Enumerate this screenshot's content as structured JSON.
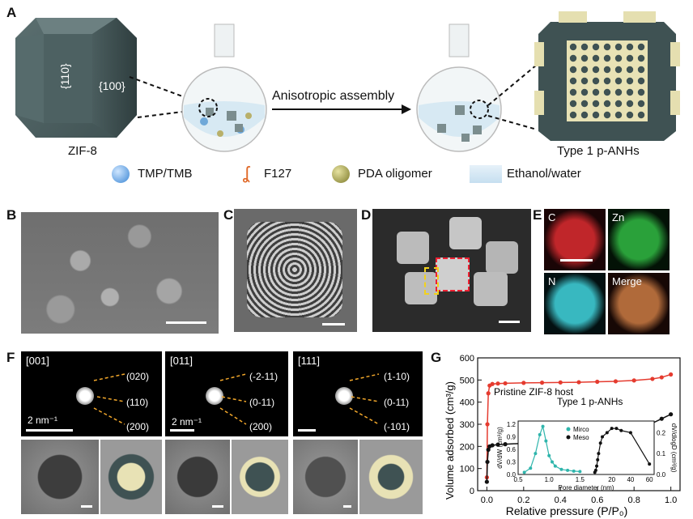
{
  "panels": {
    "a": "A",
    "b": "B",
    "c": "C",
    "d": "D",
    "e": "E",
    "f": "F",
    "g": "G"
  },
  "panel_a": {
    "facet_110": "{110}",
    "facet_100": "{100}",
    "zif8_label": "ZIF-8",
    "arrow_label": "Anisotropic assembly",
    "product_label": "Type 1 p-ANHs",
    "legend": [
      "TMP/TMB",
      "F127",
      "PDA oligomer",
      "Ethanol/water"
    ]
  },
  "panel_e": {
    "maps": [
      {
        "label": "C",
        "color": "#c0262a"
      },
      {
        "label": "Zn",
        "color": "#2aa13a"
      },
      {
        "label": "N",
        "color": "#38b8c0"
      },
      {
        "label": "Merge",
        "color": "#a05a3a"
      }
    ]
  },
  "panel_f": {
    "patterns": [
      {
        "zone": "[001]",
        "spots": [
          "(020)",
          "(110)",
          "(200)"
        ],
        "scale": "2 nm⁻¹"
      },
      {
        "zone": "[011]",
        "spots": [
          "(-2-11)",
          "(0-11)",
          "(200)"
        ],
        "scale": "2 nm⁻¹"
      },
      {
        "zone": "[111]",
        "spots": [
          "(1-10)",
          "(0-11)",
          "(-101)"
        ],
        "scale": ""
      }
    ]
  },
  "chart_data": {
    "type": "line",
    "xlabel": "Relative pressure (P/P₀)",
    "ylabel": "Volume adsorbed (cm³/g)",
    "xlim": [
      -0.05,
      1.05
    ],
    "ylim": [
      0,
      600
    ],
    "xticks": [
      "0.0",
      "0.2",
      "0.4",
      "0.6",
      "0.8",
      "1.0"
    ],
    "yticks": [
      "0",
      "100",
      "200",
      "300",
      "400",
      "500",
      "600"
    ],
    "series": [
      {
        "name": "Pristine ZIF-8 host",
        "color": "#e53b2f",
        "x": [
          0.0,
          0.003,
          0.008,
          0.015,
          0.03,
          0.06,
          0.1,
          0.2,
          0.3,
          0.4,
          0.5,
          0.6,
          0.7,
          0.8,
          0.9,
          0.95,
          1.0
        ],
        "y": [
          60,
          300,
          440,
          475,
          482,
          484,
          485,
          487,
          488,
          489,
          490,
          492,
          494,
          498,
          505,
          512,
          525
        ]
      },
      {
        "name": "Type 1 p-ANHs",
        "color": "#111111",
        "x": [
          0.0,
          0.003,
          0.008,
          0.015,
          0.03,
          0.06,
          0.1,
          0.2,
          0.3,
          0.4,
          0.5,
          0.6,
          0.7,
          0.8,
          0.85,
          0.9,
          0.95,
          1.0
        ],
        "y": [
          40,
          130,
          185,
          200,
          205,
          208,
          210,
          214,
          218,
          222,
          228,
          236,
          248,
          268,
          285,
          305,
          325,
          345
        ]
      }
    ],
    "inset": {
      "xlabel": "Pore diameter (nm)",
      "ylabel_left": "dV/dW (cm³/g)",
      "ylabel_right": "dV/dlogD (cm³/g)",
      "left_yticks": [
        "0.0",
        "0.3",
        "0.6",
        "0.9",
        "1.2"
      ],
      "right_yticks": [
        "0.0",
        "0.1",
        "0.2"
      ],
      "xticks": [
        "0.5",
        "1.0",
        "1.5",
        "20",
        "40",
        "60"
      ],
      "series": [
        {
          "name": "Mirco",
          "color": "#2fb5ac",
          "x": [
            0.6,
            0.7,
            0.78,
            0.85,
            0.9,
            0.95,
            1.0,
            1.05,
            1.1,
            1.2,
            1.3,
            1.4,
            1.5
          ],
          "y": [
            0.05,
            0.15,
            0.5,
            0.95,
            1.15,
            0.8,
            0.45,
            0.3,
            0.2,
            0.12,
            0.1,
            0.08,
            0.07
          ]
        },
        {
          "name": "Meso",
          "color": "#111111",
          "x": [
            2,
            3,
            4,
            5,
            6,
            8,
            10,
            15,
            20,
            25,
            30,
            40,
            60
          ],
          "y": [
            0.01,
            0.02,
            0.04,
            0.07,
            0.1,
            0.15,
            0.18,
            0.2,
            0.22,
            0.22,
            0.21,
            0.2,
            0.05
          ]
        }
      ]
    }
  }
}
